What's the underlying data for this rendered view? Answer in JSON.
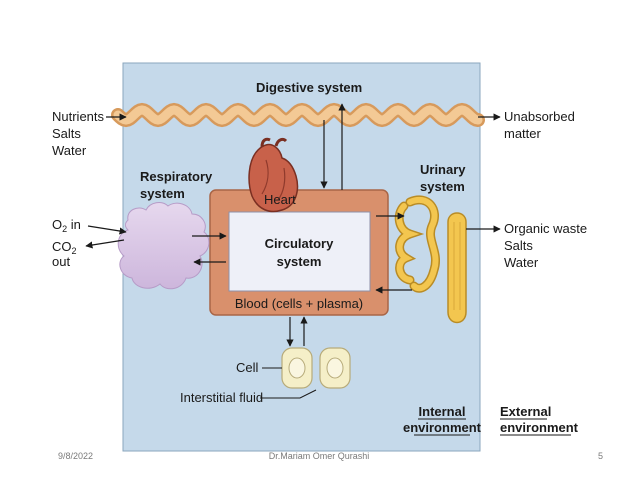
{
  "diagram": {
    "digestive_system": "Digestive system",
    "inputs": {
      "nutrients": "Nutrients",
      "salts": "Salts",
      "water": "Water"
    },
    "unabsorbed": {
      "line1": "Unabsorbed",
      "line2": "matter"
    },
    "respiratory": {
      "line1": "Respiratory",
      "line2": "system"
    },
    "gas": {
      "o2": "O",
      "o2_sub": "2",
      "in": " in",
      "co2": "CO",
      "co2_sub": "2",
      "out": "out"
    },
    "heart": "Heart",
    "circulatory": {
      "line1": "Circulatory",
      "line2": "system"
    },
    "blood": "Blood (cells + plasma)",
    "urinary": {
      "line1": "Urinary",
      "line2": "system"
    },
    "outputs": {
      "organic_waste": "Organic waste",
      "salts": "Salts",
      "water": "Water"
    },
    "cell": "Cell",
    "interstitial_fluid": "Interstitial fluid",
    "internal_env": {
      "line1": "Internal",
      "line2": "environment"
    },
    "external_env": {
      "line1": "External",
      "line2": "environment"
    }
  },
  "footer": {
    "date": "9/8/2022",
    "author": "Dr.Mariam Omer Qurashi",
    "page_number": "5"
  },
  "colors": {
    "internal_bg": "#c5d9ea",
    "gut": "#f0c08a",
    "blood_ring": "#d9906c",
    "heart": "#c8614a",
    "lung": "#dccbe6",
    "kidney": "#f3c64f",
    "cell": "#f5efc8"
  }
}
